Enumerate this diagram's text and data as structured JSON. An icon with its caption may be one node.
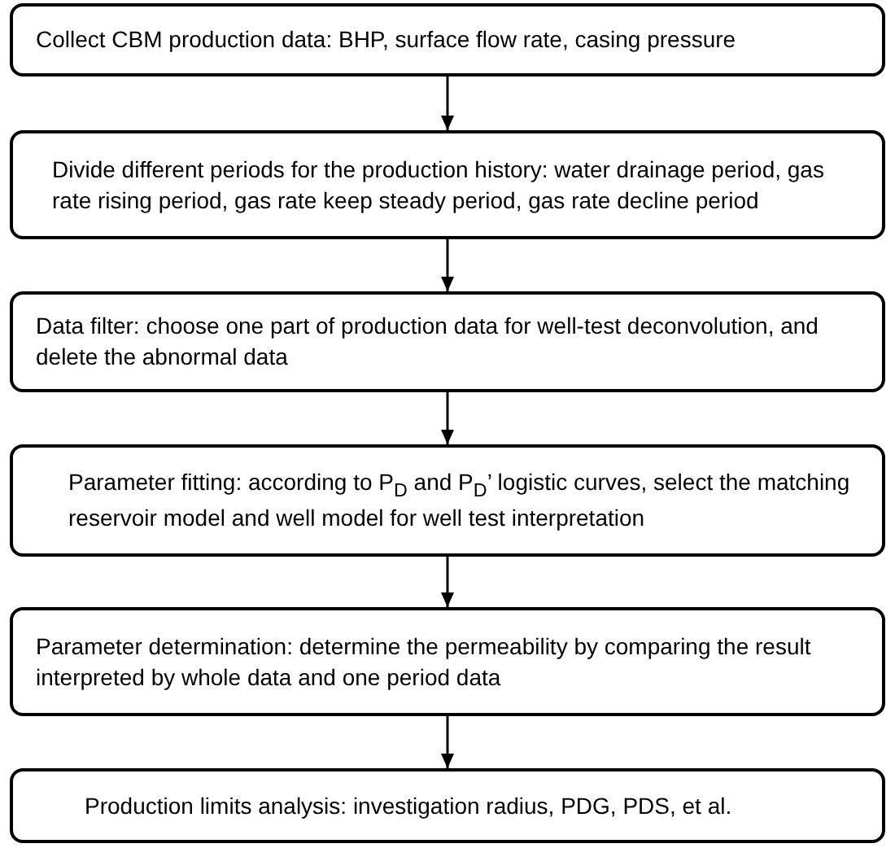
{
  "diagram": {
    "nodes": [
      {
        "text": [
          "Collect CBM production data: BHP, surface flow rate, casing pressure"
        ]
      },
      {
        "text": [
          "Divide different periods for the production history: water drainage period, gas rate rising period, gas rate keep steady period, gas rate decline period"
        ]
      },
      {
        "text": [
          "Data filter: choose one part of production data for well-test deconvolution, and delete the abnormal data"
        ]
      },
      {
        "text": [
          "Parameter fitting: according to P$_{D}$ and P$_{D}$’ logistic curves, select the matching reservoir model and well model for well test interpretation"
        ]
      },
      {
        "text": [
          "Parameter determination: determine the permeability by comparing the result interpreted by whole data and one period data"
        ]
      },
      {
        "text": [
          "Production limits analysis: investigation radius, PDG, PDS, et al."
        ]
      }
    ],
    "edges": [
      {
        "from": 0,
        "to": 1,
        "arrow": "to"
      },
      {
        "from": 1,
        "to": 2,
        "arrow": "to"
      },
      {
        "from": 2,
        "to": 3,
        "arrow": "to"
      },
      {
        "from": 3,
        "to": 4,
        "arrow": "to"
      },
      {
        "from": 4,
        "to": 5,
        "arrow": "to"
      }
    ]
  }
}
